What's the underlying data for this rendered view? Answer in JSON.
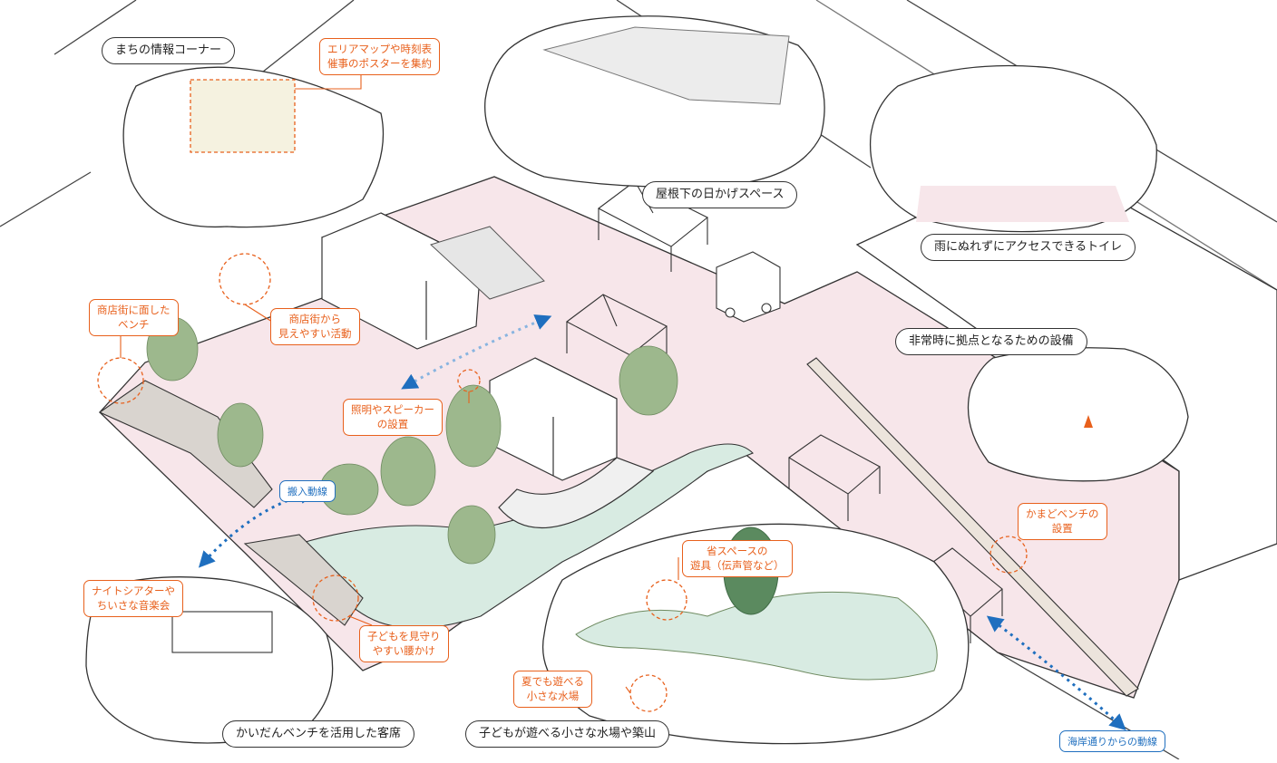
{
  "colors": {
    "accent_orange": "#e8601c",
    "flow_blue": "#1f6fbf",
    "ground_pink": "#f7e6ea",
    "lawn_green": "#d8ebe2",
    "tree_green": "#9db88d",
    "line": "#333333"
  },
  "labels": {
    "info_corner": "まちの情報コーナー",
    "shade_space": "屋根下の日かげスペース",
    "toilet": "雨にぬれずにアクセスできるトイレ",
    "emergency": "非常時に拠点となるための設備",
    "stair_bench_seating": "かいだんベンチを活用した客席",
    "water_play": "子どもが遊べる小さな水場や築山"
  },
  "notes": {
    "area_map": [
      "エリアマップや時刻表",
      "催事のポスターを集約"
    ],
    "shopping_bench": [
      "商店街に面した",
      "ベンチ"
    ],
    "visible_activity": [
      "商店街から",
      "見えやすい活動"
    ],
    "lighting": [
      "照明やスピーカー",
      "の設置"
    ],
    "night_theater": [
      "ナイトシアターや",
      "ちいさな音楽会"
    ],
    "watch_kids": [
      "子どもを見守り",
      "やすい腰かけ"
    ],
    "compact_play": [
      "省スペースの",
      "遊具（伝声管など）"
    ],
    "summer_water": [
      "夏でも遊べる",
      "小さな水場"
    ],
    "kamado_bench": [
      "かまどベンチの",
      "設置"
    ]
  },
  "flows": {
    "loading": "搬入動線",
    "coastal": "海岸通りからの動線"
  }
}
